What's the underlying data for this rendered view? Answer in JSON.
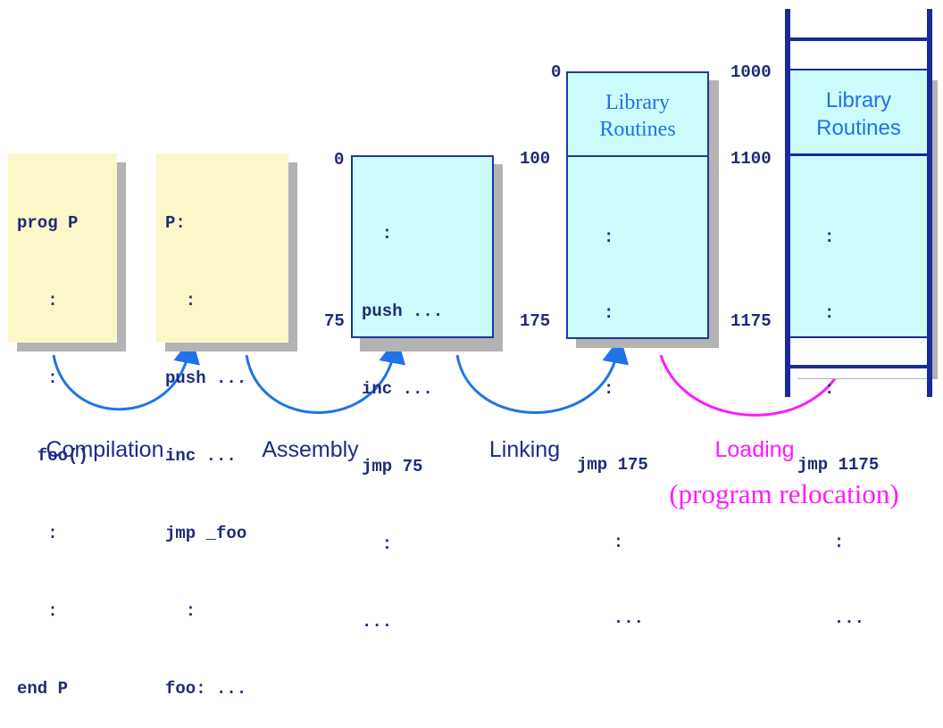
{
  "stages": {
    "source": {
      "lines": [
        "prog P",
        "   :",
        "   :",
        "  foo()",
        "   :",
        "   :",
        "end P"
      ]
    },
    "assembly": {
      "lines": [
        "P:",
        "  :",
        "push ...",
        "inc ...",
        "jmp _foo",
        "  :",
        "foo: ..."
      ]
    },
    "object": {
      "start_addr": "0",
      "end_addr": "75",
      "lines": [
        "  :",
        "push ...",
        "inc ...",
        "jmp 75",
        "  :",
        "..."
      ]
    },
    "linked": {
      "addr_top": "0",
      "addr_mid": "100",
      "addr_end": "175",
      "library": [
        "Library",
        "Routines"
      ],
      "lines": [
        ":",
        ":",
        ":",
        "jmp 175",
        "  :",
        "  ..."
      ]
    },
    "loaded": {
      "addr_top": "1000",
      "addr_mid": "1100",
      "addr_end": "1175",
      "library": [
        "Library",
        "Routines"
      ],
      "lines": [
        ":",
        ":",
        ":",
        "jmp 1175",
        "  :",
        "  ..."
      ]
    }
  },
  "steps": [
    {
      "label": "Compilation",
      "color": "#1f2a8a"
    },
    {
      "label": "Assembly",
      "color": "#1f2a8a"
    },
    {
      "label": "Linking",
      "color": "#1f2a8a"
    },
    {
      "label": "Loading",
      "color": "#ff1aff"
    }
  ],
  "note": "(program relocation)",
  "colors": {
    "arrow_blue": "#1e73e8",
    "arrow_magenta": "#ff1aff",
    "box_border": "#1a3a9a",
    "memory_bar": "#1a2a9a"
  }
}
